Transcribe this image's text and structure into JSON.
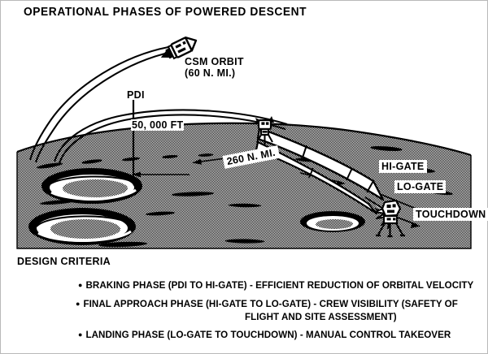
{
  "title": "OPERATIONAL PHASES OF POWERED DESCENT",
  "diagram": {
    "labels": {
      "csm_orbit": "CSM ORBIT",
      "csm_altitude": "(60 N. MI.)",
      "pdi": "PDI",
      "altitude": "50, 000 FT",
      "range": "260 N. MI.",
      "hi_gate": "HI-GATE",
      "lo_gate": "LO-GATE",
      "touchdown": "TOUCHDOWN"
    },
    "icons": {
      "csm": "csm-spacecraft-icon",
      "lm_descent": "lunar-module-icon",
      "lm_landed": "lunar-module-landed-icon"
    },
    "colors": {
      "ink": "#000000",
      "surface_halftone": "#9a9a9a",
      "paper": "#ffffff"
    }
  },
  "criteria": {
    "heading": "DESIGN CRITERIA",
    "items": [
      {
        "bullet": "●",
        "text": "BRAKING PHASE (PDI TO HI-GATE) - EFFICIENT REDUCTION OF ORBITAL VELOCITY"
      },
      {
        "bullet": "●",
        "text": "FINAL APPROACH PHASE (HI-GATE TO LO-GATE) - CREW VISIBILITY (SAFETY OF",
        "continuation": "FLIGHT AND SITE ASSESSMENT)"
      },
      {
        "bullet": "●",
        "text": "LANDING PHASE (LO-GATE TO TOUCHDOWN) - MANUAL CONTROL TAKEOVER"
      }
    ]
  }
}
